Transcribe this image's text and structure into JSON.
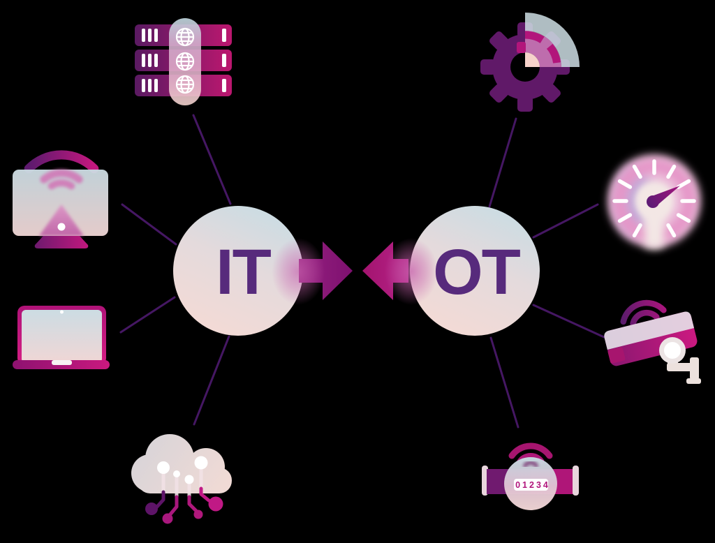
{
  "page": {
    "background": "#000000",
    "title": "IT and OT convergence diagram"
  },
  "nodes": {
    "it": {
      "label": "IT"
    },
    "ot": {
      "label": "OT"
    }
  },
  "icons": {
    "it_side": [
      {
        "id": "server-rack-icon"
      },
      {
        "id": "wireless-display-icon"
      },
      {
        "id": "laptop-icon"
      },
      {
        "id": "cloud-circuit-icon"
      }
    ],
    "ot_side": [
      {
        "id": "gear-icon"
      },
      {
        "id": "gauge-icon"
      },
      {
        "id": "cctv-camera-icon"
      },
      {
        "id": "smart-meter-icon",
        "reading": "01234"
      }
    ]
  },
  "colors": {
    "background": "#000000",
    "node_fill_top": "#CADCE3",
    "node_fill_bottom": "#F4DAD5",
    "label_purple": "#572A7C",
    "arrow_purple": "#8A1B7C",
    "arrow_magenta": "#A3146F",
    "connector_purple": "#451763",
    "accent_purple": "#6E1A6E",
    "accent_magenta": "#C2187E",
    "glow_pink": "#C863AE",
    "meter_digit": "#B1157C",
    "white": "#FFFFFF"
  }
}
